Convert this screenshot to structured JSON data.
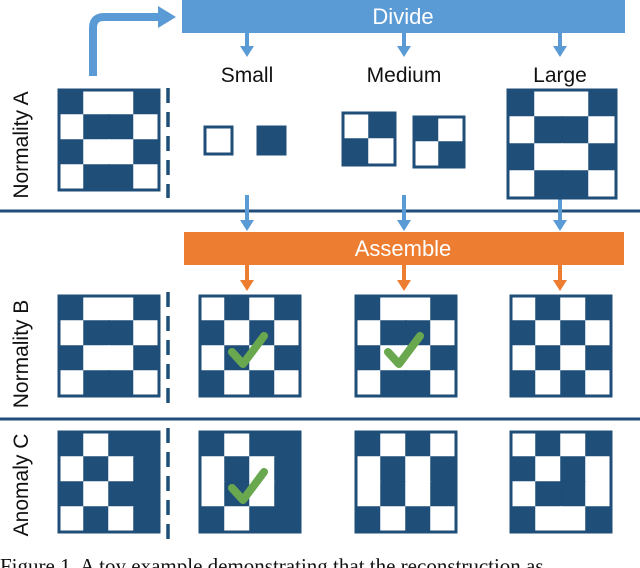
{
  "colors": {
    "cell_dark": "#1f4e79",
    "cell_border": "#1f4e79",
    "divide_bar": "#5b9bd5",
    "assemble_bar": "#ed7d31",
    "check": "#6aa84f",
    "separator": "#1f4e79"
  },
  "divide": {
    "label": "Divide"
  },
  "assemble": {
    "label": "Assemble"
  },
  "columns": [
    {
      "id": "small",
      "label": "Small"
    },
    {
      "id": "medium",
      "label": "Medium"
    },
    {
      "id": "large",
      "label": "Large"
    }
  ],
  "rows": [
    {
      "id": "normality-a",
      "label": "Normality A"
    },
    {
      "id": "normality-b",
      "label": "Normality B"
    },
    {
      "id": "anomaly-c",
      "label": "Anomaly C"
    }
  ],
  "patterns": {
    "checker": [
      [
        1,
        0,
        0,
        1
      ],
      [
        0,
        1,
        1,
        0
      ],
      [
        1,
        0,
        0,
        1
      ],
      [
        0,
        1,
        1,
        0
      ]
    ],
    "checker_alt": [
      [
        0,
        1,
        0,
        1
      ],
      [
        1,
        0,
        1,
        0
      ],
      [
        0,
        1,
        0,
        1
      ],
      [
        1,
        0,
        1,
        0
      ]
    ],
    "stripes": [
      [
        1,
        0,
        1,
        1
      ],
      [
        0,
        1,
        0,
        1
      ],
      [
        1,
        0,
        1,
        1
      ],
      [
        0,
        1,
        0,
        1
      ]
    ],
    "stripes_small": [
      [
        1,
        0,
        1,
        1
      ],
      [
        0,
        1,
        0,
        1
      ],
      [
        0,
        1,
        0,
        1
      ],
      [
        1,
        0,
        1,
        1
      ]
    ],
    "medium_rec": [
      [
        1,
        0,
        1,
        0
      ],
      [
        0,
        1,
        0,
        1
      ],
      [
        0,
        1,
        0,
        1
      ],
      [
        1,
        0,
        1,
        0
      ]
    ],
    "large_rec": [
      [
        0,
        1,
        0,
        1
      ],
      [
        1,
        0,
        1,
        0
      ],
      [
        0,
        1,
        1,
        0
      ],
      [
        1,
        0,
        0,
        1
      ]
    ],
    "medium_a1": [
      [
        0,
        1
      ],
      [
        1,
        0
      ]
    ],
    "medium_a2": [
      [
        1,
        0
      ],
      [
        0,
        1
      ]
    ],
    "small_a1": [
      [
        0
      ]
    ],
    "small_a2": [
      [
        1
      ]
    ]
  },
  "checks": [
    {
      "row": "normality-b",
      "column": "small",
      "icon": "check-icon"
    },
    {
      "row": "normality-b",
      "column": "medium",
      "icon": "check-icon"
    },
    {
      "row": "anomaly-c",
      "column": "small",
      "icon": "check-icon"
    }
  ],
  "caption": "Figure 1. A toy example demonstrating that the reconstruction as"
}
